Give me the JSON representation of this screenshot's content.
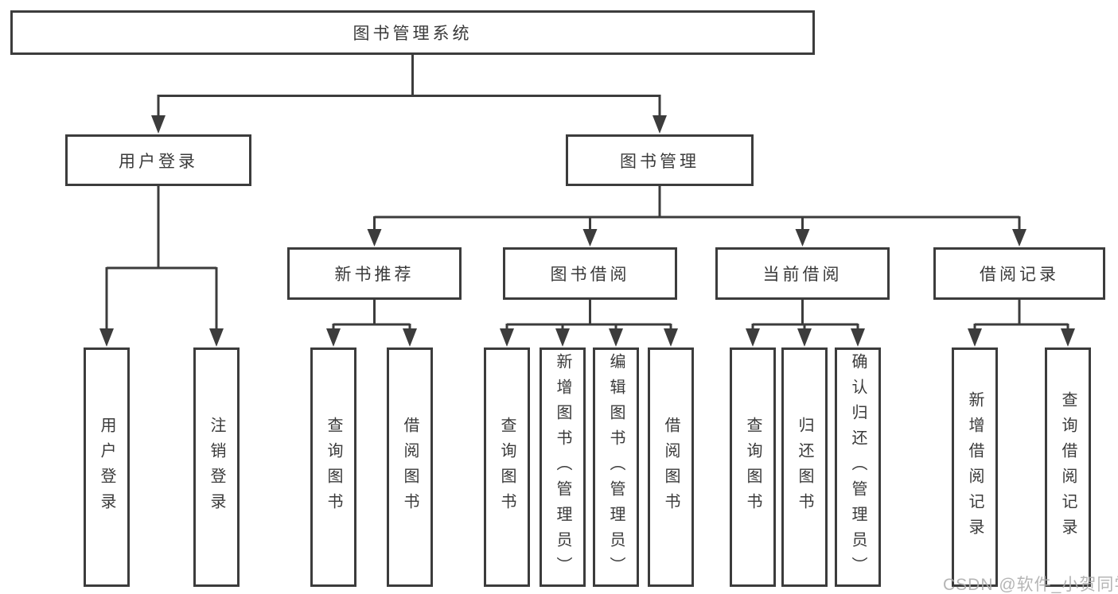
{
  "nodes": {
    "root": "图书管理系统",
    "user_login": "用户登录",
    "book_management": "图书管理",
    "new_book_recommendation": "新书推荐",
    "book_borrowing": "图书借阅",
    "current_borrowing": "当前借阅",
    "borrowing_records": "借阅记录",
    "user_login_children": [
      "用户登录",
      "注销登录"
    ],
    "new_book_children": [
      "查询图书",
      "借阅图书"
    ],
    "book_borrowing_children": [
      "查询图书",
      "新增图书（管理员）",
      "编辑图书（管理员）",
      "借阅图书"
    ],
    "current_borrowing_children": [
      "查询图书",
      "归还图书",
      "确认归还（管理员）"
    ],
    "borrowing_records_children": [
      "新增借阅记录",
      "查询借阅记录"
    ]
  },
  "watermark": "CSDN @软件_小贺同学",
  "colors": {
    "line": "#3c3c3c",
    "border": "#3c3c3c",
    "text": "#3a3a3a",
    "background": "#ffffff",
    "watermark": "#adadad"
  }
}
